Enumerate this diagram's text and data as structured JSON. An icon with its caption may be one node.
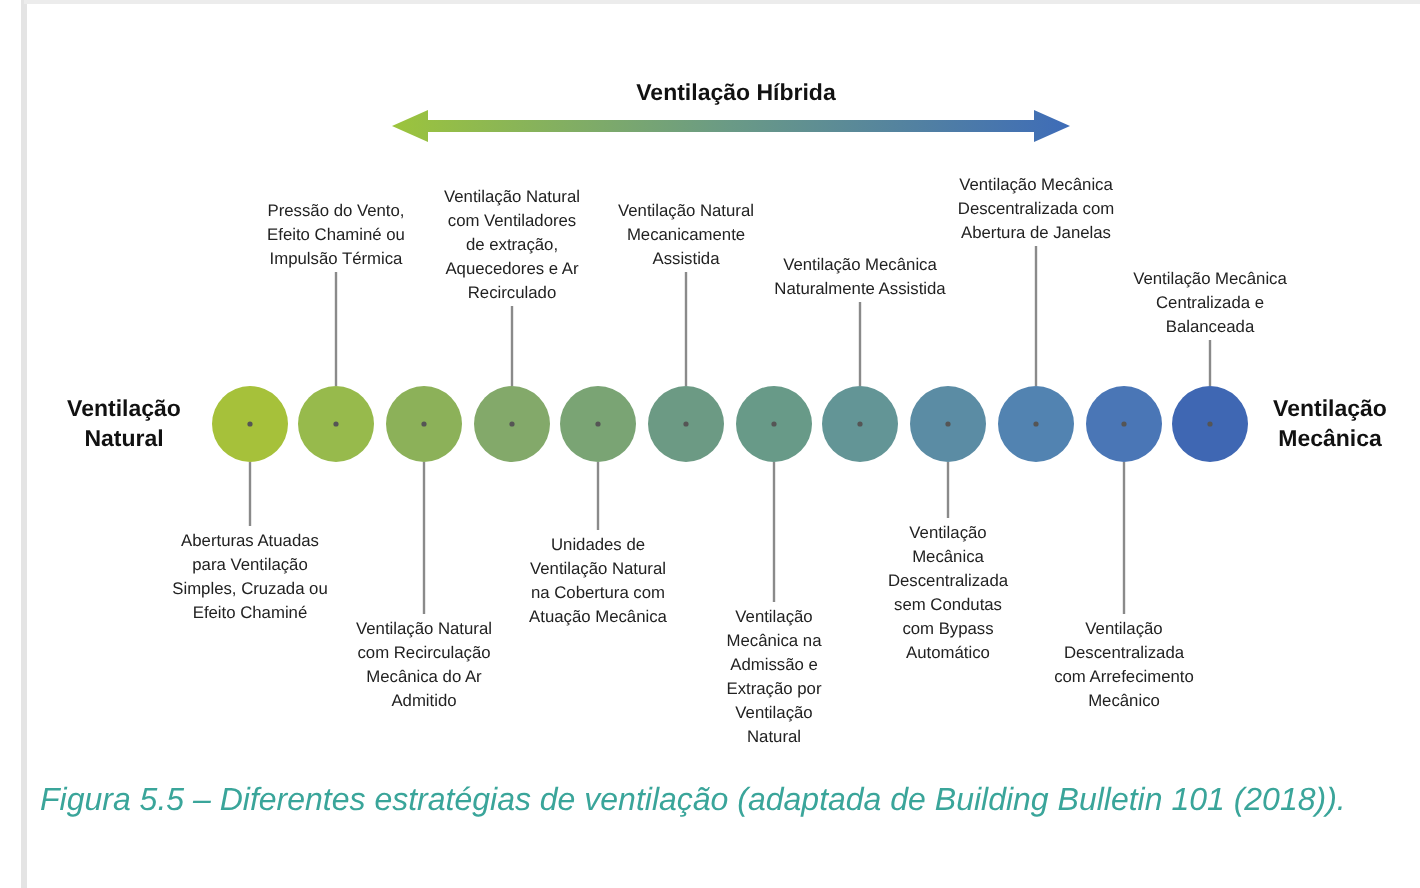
{
  "diagram": {
    "caption": "Figura 5.5 – Diferentes estratégias de ventilação (adaptada de Building Bulletin 101 (2018)).",
    "nodes": [
      {
        "text": [],
        "shape": "circle"
      },
      {
        "text": [],
        "shape": "circle"
      },
      {
        "text": [],
        "shape": "circle"
      },
      {
        "text": [],
        "shape": "circle"
      },
      {
        "text": [],
        "shape": "circle"
      },
      {
        "text": [],
        "shape": "circle"
      },
      {
        "text": [],
        "shape": "circle"
      },
      {
        "text": [],
        "shape": "circle"
      },
      {
        "text": [],
        "shape": "circle"
      },
      {
        "text": [],
        "shape": "circle"
      },
      {
        "text": [],
        "shape": "circle"
      },
      {
        "text": [],
        "shape": "circle"
      },
      {
        "text": [
          "Aberturas Atuadas para Ventilação Simples, Cruzada ou Efeito Chaminé"
        ]
      },
      {
        "text": [
          "Pressão do Vento, Efeito Chaminé ou Impulsão Térmica"
        ]
      },
      {
        "text": [
          "Ventilação Natural com Recirculação Mecânica do Ar Admitido"
        ]
      },
      {
        "text": [
          "Ventilação Natural com Ventiladores de extração, Aquecedores e Ar Recirculado"
        ]
      },
      {
        "text": [
          "Unidades de Ventilação Natural na Cobertura com Atuação Mecânica"
        ]
      },
      {
        "text": [
          "Ventilação Natural Mecanicamente Assistida"
        ]
      },
      {
        "text": [
          "Ventilação Mecânica na Admissão e Extração por Ventilação Natural"
        ]
      },
      {
        "text": [
          "Ventilação Mecânica Naturalmente Assistida"
        ]
      },
      {
        "text": [
          "Ventilação Mecânica Descentralizada sem Condutas com Bypass Automático"
        ]
      },
      {
        "text": [
          "Ventilação Mecânica Descentralizada com Abertura de Janelas"
        ]
      },
      {
        "text": [
          "Ventilação Descentralizada com Arrefecimento Mecânico"
        ]
      },
      {
        "text": [
          "Ventilação Mecânica Centralizada e Balanceada"
        ]
      }
    ],
    "edges": [
      {
        "from": 12,
        "to": 0,
        "arrow": "none"
      },
      {
        "from": 13,
        "to": 1,
        "arrow": "none"
      },
      {
        "from": 14,
        "to": 2,
        "arrow": "none"
      },
      {
        "from": 15,
        "to": 3,
        "arrow": "none"
      },
      {
        "from": 16,
        "to": 4,
        "arrow": "none"
      },
      {
        "from": 17,
        "to": 5,
        "arrow": "none"
      },
      {
        "from": 18,
        "to": 6,
        "arrow": "none"
      },
      {
        "from": 19,
        "to": 7,
        "arrow": "none"
      },
      {
        "from": 20,
        "to": 8,
        "arrow": "none"
      },
      {
        "from": 21,
        "to": 9,
        "arrow": "none"
      },
      {
        "from": 22,
        "to": 10,
        "arrow": "none"
      },
      {
        "from": 23,
        "to": 11,
        "arrow": "none"
      }
    ],
    "labels": [
      "Ventilação Híbrida",
      "Ventilação Natural",
      "Ventilação Mecânica"
    ]
  }
}
